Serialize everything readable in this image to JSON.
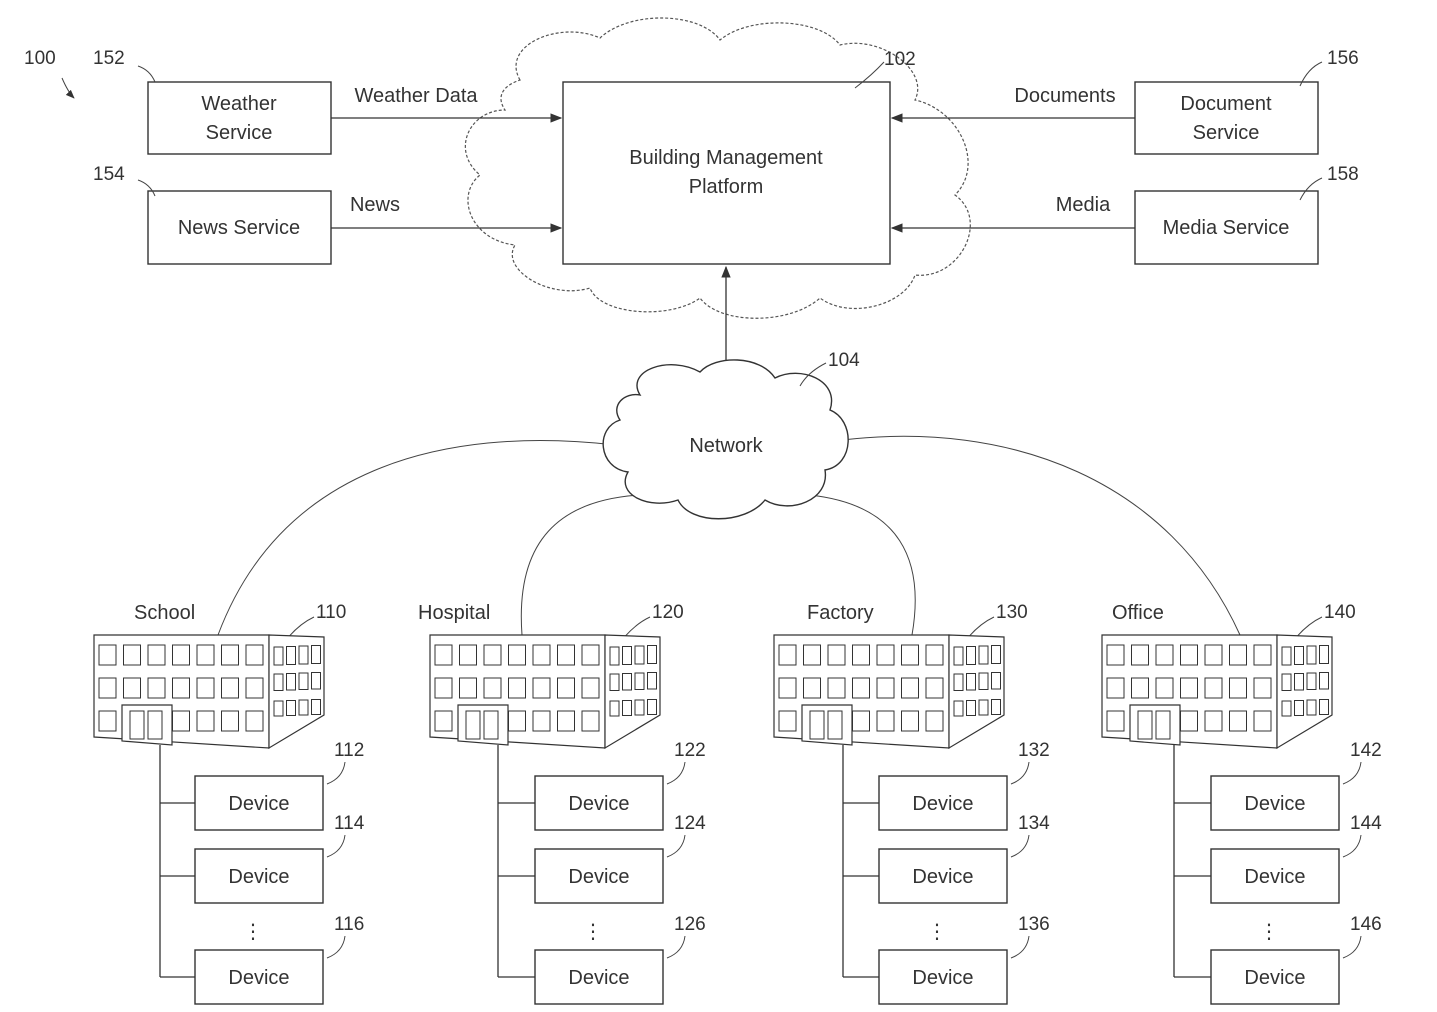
{
  "figure_ref": "100",
  "platform": {
    "label_line1": "Building Management",
    "label_line2": "Platform",
    "ref": "102"
  },
  "network": {
    "label": "Network",
    "ref": "104"
  },
  "services": {
    "weather": {
      "label_line1": "Weather",
      "label_line2": "Service",
      "ref": "152",
      "arrow_label": "Weather Data"
    },
    "news": {
      "label": "News Service",
      "ref": "154",
      "arrow_label": "News"
    },
    "document": {
      "label_line1": "Document",
      "label_line2": "Service",
      "ref": "156",
      "arrow_label": "Documents"
    },
    "media": {
      "label": "Media Service",
      "ref": "158",
      "arrow_label": "Media"
    }
  },
  "buildings": [
    {
      "name": "School",
      "ref": "110",
      "devices": [
        {
          "label": "Device",
          "ref": "112"
        },
        {
          "label": "Device",
          "ref": "114"
        },
        {
          "label": "Device",
          "ref": "116"
        }
      ]
    },
    {
      "name": "Hospital",
      "ref": "120",
      "devices": [
        {
          "label": "Device",
          "ref": "122"
        },
        {
          "label": "Device",
          "ref": "124"
        },
        {
          "label": "Device",
          "ref": "126"
        }
      ]
    },
    {
      "name": "Factory",
      "ref": "130",
      "devices": [
        {
          "label": "Device",
          "ref": "132"
        },
        {
          "label": "Device",
          "ref": "134"
        },
        {
          "label": "Device",
          "ref": "136"
        }
      ]
    },
    {
      "name": "Office",
      "ref": "140",
      "devices": [
        {
          "label": "Device",
          "ref": "142"
        },
        {
          "label": "Device",
          "ref": "144"
        },
        {
          "label": "Device",
          "ref": "146"
        }
      ]
    }
  ],
  "ellipsis": "⋮"
}
